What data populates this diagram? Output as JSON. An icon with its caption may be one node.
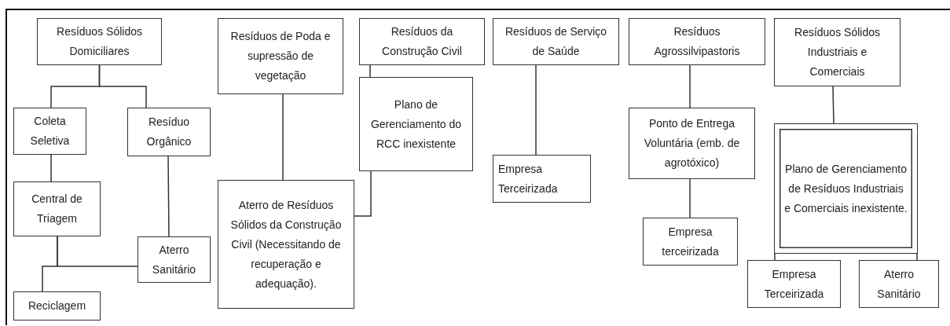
{
  "diagram": {
    "nodes": [
      {
        "text": [
          "Resíduos Sólidos Domiciliares"
        ]
      },
      {
        "text": [
          "Coleta Seletiva"
        ]
      },
      {
        "text": [
          "Resíduo Orgânico"
        ]
      },
      {
        "text": [
          "Central de Triagem"
        ]
      },
      {
        "text": [
          "Aterro Sanitário"
        ]
      },
      {
        "text": [
          "Reciclagem"
        ]
      },
      {
        "text": [
          "Resíduos de Poda e supressão de vegetação"
        ]
      },
      {
        "text": [
          "Aterro de Resíduos Sólidos da Construção Civil (Necessitando de recuperação e adequação)."
        ]
      },
      {
        "text": [
          "Resíduos da Construção Civil"
        ]
      },
      {
        "text": [
          "Plano de Gerenciamento do RCC inexistente"
        ]
      },
      {
        "text": [
          "Resíduos de Serviço de Saúde"
        ]
      },
      {
        "text": [
          "Empresa Terceirizada"
        ]
      },
      {
        "text": [
          "Resíduos Agrossilvipastoris"
        ]
      },
      {
        "text": [
          "Ponto de Entrega Voluntária (emb. de agrotóxico)"
        ]
      },
      {
        "text": [
          "Empresa terceirizada"
        ]
      },
      {
        "text": [
          "Resíduos Sólidos Industriais e Comerciais"
        ]
      },
      {
        "text": [
          "Plano de Gerenciamento de Resíduos Industriais e Comerciais inexistente."
        ]
      },
      {
        "text": [
          "Empresa Terceirizada"
        ]
      },
      {
        "text": [
          "Aterro Sanitário"
        ]
      }
    ],
    "edges": [
      {
        "from": 0,
        "to": 1,
        "arrow": "none"
      },
      {
        "from": 0,
        "to": 2,
        "arrow": "none"
      },
      {
        "from": 1,
        "to": 3,
        "arrow": "none"
      },
      {
        "from": 2,
        "to": 4,
        "arrow": "none"
      },
      {
        "from": 3,
        "to": 5,
        "arrow": "none"
      },
      {
        "from": 3,
        "to": 4,
        "arrow": "none"
      },
      {
        "from": 6,
        "to": 7,
        "arrow": "none"
      },
      {
        "from": 8,
        "to": 9,
        "arrow": "none"
      },
      {
        "from": 9,
        "to": 7,
        "arrow": "none"
      },
      {
        "from": 10,
        "to": 11,
        "arrow": "none"
      },
      {
        "from": 12,
        "to": 13,
        "arrow": "none"
      },
      {
        "from": 13,
        "to": 14,
        "arrow": "none"
      },
      {
        "from": 15,
        "to": 16,
        "arrow": "none"
      },
      {
        "from": 16,
        "to": 17,
        "arrow": "none"
      },
      {
        "from": 16,
        "to": 18,
        "arrow": "none"
      }
    ]
  }
}
